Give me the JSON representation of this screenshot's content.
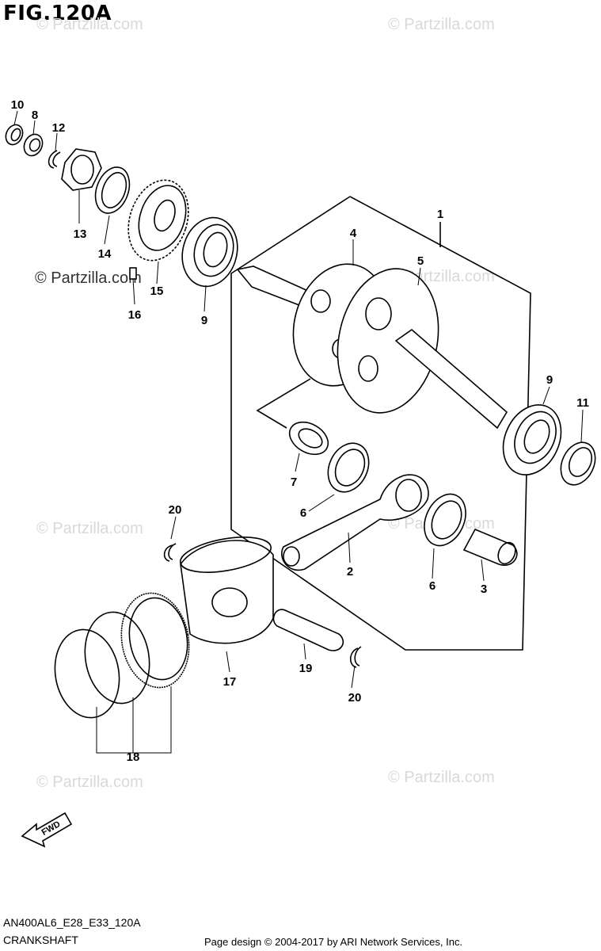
{
  "figure": {
    "title": "FIG.120A",
    "model_code": "AN400AL6_E28_E33_120A",
    "section_name": "CRANKSHAFT",
    "page_credit": "Page design © 2004-2017 by ARI Network Services, Inc.",
    "fwd_label": "FWD"
  },
  "watermarks": {
    "text": "© Partzilla.com",
    "text_prominent": "© Partzilla.com"
  },
  "callouts": {
    "c1": "1",
    "c2": "2",
    "c3": "3",
    "c4": "4",
    "c5": "5",
    "c6a": "6",
    "c6b": "6",
    "c7": "7",
    "c8": "8",
    "c9a": "9",
    "c9b": "9",
    "c10": "10",
    "c11": "11",
    "c12": "12",
    "c13": "13",
    "c14": "14",
    "c15": "15",
    "c16": "16",
    "c17": "17",
    "c18": "18",
    "c19": "19",
    "c20a": "20",
    "c20b": "20"
  },
  "colors": {
    "line": "#000000",
    "watermark": "#d9d9d9",
    "background": "#ffffff"
  }
}
